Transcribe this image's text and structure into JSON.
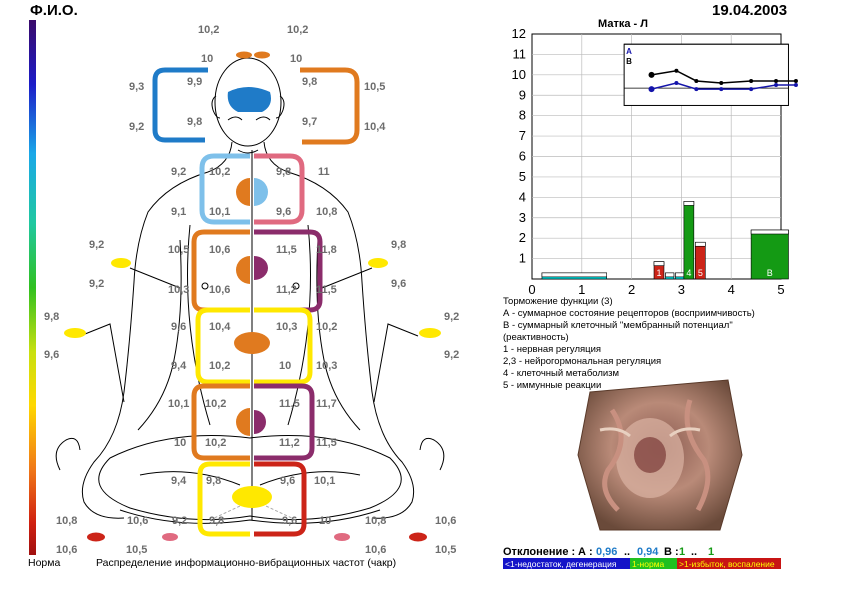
{
  "header": {
    "name_label": "Ф.И.О.",
    "date": "19.04.2003"
  },
  "body_labels": [
    {
      "id": "top-l1",
      "text": "10,2"
    },
    {
      "id": "top-r1",
      "text": "10,2"
    },
    {
      "id": "top-l2",
      "text": "10"
    },
    {
      "id": "top-r2",
      "text": "10"
    },
    {
      "id": "head-ol1",
      "text": "9,3"
    },
    {
      "id": "head-il1",
      "text": "9,9"
    },
    {
      "id": "head-ir1",
      "text": "9,8"
    },
    {
      "id": "head-or1",
      "text": "10,5"
    },
    {
      "id": "head-ol2",
      "text": "9,2"
    },
    {
      "id": "head-il2",
      "text": "9,8"
    },
    {
      "id": "head-ir2",
      "text": "9,7"
    },
    {
      "id": "head-or2",
      "text": "10,4"
    },
    {
      "id": "thr-ol1",
      "text": "9,2"
    },
    {
      "id": "thr-il1",
      "text": "10,2"
    },
    {
      "id": "thr-ir1",
      "text": "9,8"
    },
    {
      "id": "thr-or1",
      "text": "11"
    },
    {
      "id": "thr-ol2",
      "text": "9,1"
    },
    {
      "id": "thr-il2",
      "text": "10,1"
    },
    {
      "id": "thr-ir2",
      "text": "9,6"
    },
    {
      "id": "thr-or2",
      "text": "10,8"
    },
    {
      "id": "hrt-fl1",
      "text": "9,2"
    },
    {
      "id": "hrt-ol1",
      "text": "10,5"
    },
    {
      "id": "hrt-il1",
      "text": "10,6"
    },
    {
      "id": "hrt-ir1",
      "text": "11,5"
    },
    {
      "id": "hrt-or1",
      "text": "11,8"
    },
    {
      "id": "hrt-fr1",
      "text": "9,8"
    },
    {
      "id": "hrt-fl2",
      "text": "9,2"
    },
    {
      "id": "hrt-ol2",
      "text": "10,3"
    },
    {
      "id": "hrt-il2",
      "text": "10,6"
    },
    {
      "id": "hrt-ir2",
      "text": "11,2"
    },
    {
      "id": "hrt-or2",
      "text": "11,5"
    },
    {
      "id": "hrt-fr2",
      "text": "9,6"
    },
    {
      "id": "sol-fl1",
      "text": "9,8"
    },
    {
      "id": "sol-ol1",
      "text": "9,6"
    },
    {
      "id": "sol-il1",
      "text": "10,4"
    },
    {
      "id": "sol-ir1",
      "text": "10,3"
    },
    {
      "id": "sol-or1",
      "text": "10,2"
    },
    {
      "id": "sol-fr1",
      "text": "9,2"
    },
    {
      "id": "sol-fl2",
      "text": "9,6"
    },
    {
      "id": "sol-ol2",
      "text": "9,4"
    },
    {
      "id": "sol-il2",
      "text": "10,2"
    },
    {
      "id": "sol-ir2",
      "text": "10"
    },
    {
      "id": "sol-or2",
      "text": "10,3"
    },
    {
      "id": "sol-fr2",
      "text": "9,2"
    },
    {
      "id": "sac-ol1",
      "text": "10,1"
    },
    {
      "id": "sac-il1",
      "text": "10,2"
    },
    {
      "id": "sac-ir1",
      "text": "11,5"
    },
    {
      "id": "sac-or1",
      "text": "11,7"
    },
    {
      "id": "sac-ol2",
      "text": "10"
    },
    {
      "id": "sac-il2",
      "text": "10,2"
    },
    {
      "id": "sac-ir2",
      "text": "11,2"
    },
    {
      "id": "sac-or2",
      "text": "11,5"
    },
    {
      "id": "roo-ol1",
      "text": "9,4"
    },
    {
      "id": "roo-il1",
      "text": "9,8"
    },
    {
      "id": "roo-ir1",
      "text": "9,6"
    },
    {
      "id": "roo-or1",
      "text": "10,1"
    },
    {
      "id": "leg-l1",
      "text": "10,8"
    },
    {
      "id": "leg-l2",
      "text": "10,6"
    },
    {
      "id": "leg-l3",
      "text": "9,2"
    },
    {
      "id": "leg-l4",
      "text": "9,8"
    },
    {
      "id": "leg-r4",
      "text": "9,6"
    },
    {
      "id": "leg-r3",
      "text": "10"
    },
    {
      "id": "leg-r2",
      "text": "10,8"
    },
    {
      "id": "leg-r1",
      "text": "10,6"
    },
    {
      "id": "foot-l1",
      "text": "10,6"
    },
    {
      "id": "foot-l2",
      "text": "10,5"
    },
    {
      "id": "foot-r2",
      "text": "10,6"
    },
    {
      "id": "foot-r1",
      "text": "10,5"
    }
  ],
  "scale_label": "Норма",
  "footer_caption": "Распределение информационно-вибрационных частот (чакр)",
  "colors": {
    "orange": "#e07a1f",
    "blue": "#1f7bc8",
    "light_blue": "#7ec0ea",
    "pink": "#e06a80",
    "purple": "#8b2c6b",
    "yellow": "#ffe800",
    "red": "#cc2418",
    "cyan": "#00d8d8",
    "green": "#149a14",
    "dark_red": "#b01010"
  },
  "chart_data": {
    "type": "bar",
    "title": "Матка - Л",
    "xlim": [
      0,
      5
    ],
    "ylim": [
      0,
      12
    ],
    "x_ticks": [
      "0",
      "1",
      "2",
      "3",
      "4",
      "5"
    ],
    "y_ticks": [
      "1",
      "2",
      "3",
      "4",
      "5",
      "6",
      "7",
      "8",
      "9",
      "10",
      "11",
      "12"
    ],
    "bars": [
      {
        "label": "",
        "x_start": 0.2,
        "x_end": 1.5,
        "value": 0.3,
        "color": "#00d8d8"
      },
      {
        "label": "1",
        "x_start": 2.45,
        "x_end": 2.65,
        "value": 0.85,
        "color": "#cc2418"
      },
      {
        "label": "",
        "x_start": 2.68,
        "x_end": 2.85,
        "value": 0.3,
        "color": "#00d8d8"
      },
      {
        "label": "",
        "x_start": 2.88,
        "x_end": 3.05,
        "value": 0.3,
        "color": "#00d8d8"
      },
      {
        "label": "4",
        "x_start": 3.05,
        "x_end": 3.25,
        "value": 3.8,
        "color": "#149a14"
      },
      {
        "label": "5",
        "x_start": 3.28,
        "x_end": 3.48,
        "value": 1.8,
        "color": "#cc2418"
      },
      {
        "label": "B",
        "x_start": 4.4,
        "x_end": 5.15,
        "value": 2.4,
        "color": "#149a14"
      }
    ],
    "norm_box": {
      "y_low": 9.35,
      "y_high": 11.5
    },
    "legend_lines": [
      {
        "name": "A",
        "color": "#1414aa"
      },
      {
        "name": "B",
        "color": "#000000"
      }
    ],
    "series": [
      {
        "name": "A",
        "x": [
          2.4,
          2.9,
          3.3,
          3.8,
          4.4,
          4.9,
          5.3
        ],
        "values": [
          9.3,
          9.6,
          9.3,
          9.3,
          9.3,
          9.5,
          9.5
        ],
        "color": "#1414aa"
      },
      {
        "name": "B",
        "x": [
          2.4,
          2.9,
          3.3,
          3.8,
          4.4,
          4.9,
          5.3
        ],
        "values": [
          10.0,
          10.2,
          9.7,
          9.6,
          9.7,
          9.7,
          9.7
        ],
        "color": "#000000"
      }
    ],
    "legend_items": [
      "Торможение функции (3)",
      "А - суммарное состояние рецепторов (восприимчивость)",
      "В - суммарный клеточный \"мембранный потенциал\"",
      "(реактивность)",
      "1 - нервная регуляция",
      "2,3 - нейрогормональная регуляция",
      "4 - клеточный метаболизм",
      "5 - иммунные реакции"
    ]
  },
  "deviation": {
    "label": "Отклонение :",
    "a_label": "А :",
    "a_low": "0,96",
    "a_sep": "..",
    "a_high": "0,94",
    "b_label": "В :",
    "b_low": "1",
    "b_sep": "..",
    "b_high": "1"
  },
  "status_stripe": {
    "low": "<1-недостаток, дегенерация",
    "normal": "1-норма",
    "high": ">1-избыток, воспаление"
  }
}
